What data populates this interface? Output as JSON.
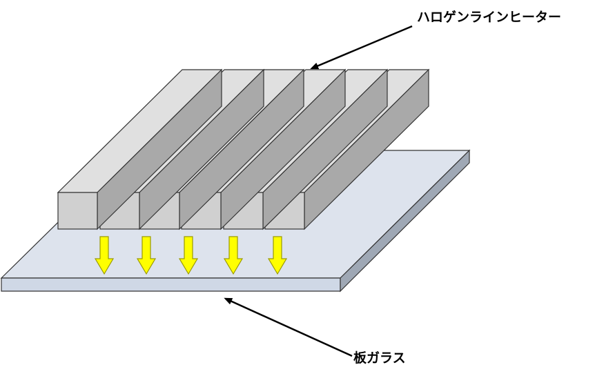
{
  "labels": {
    "heater": "ハロゲンラインヒーター",
    "glass": "板ガラス"
  },
  "colors": {
    "heater_top": "#e0e0e0",
    "heater_front": "#d0d0d0",
    "heater_side": "#a9a9a9",
    "glass_top": "#dde3ed",
    "glass_front": "#cfd8e6",
    "glass_side": "#9fa8b5",
    "arrow_fill": "#ffff00",
    "arrow_stroke": "#9a9a00",
    "outline": "#333333"
  },
  "diagram": {
    "heater_count": 6,
    "heat_arrow_count": 5
  }
}
